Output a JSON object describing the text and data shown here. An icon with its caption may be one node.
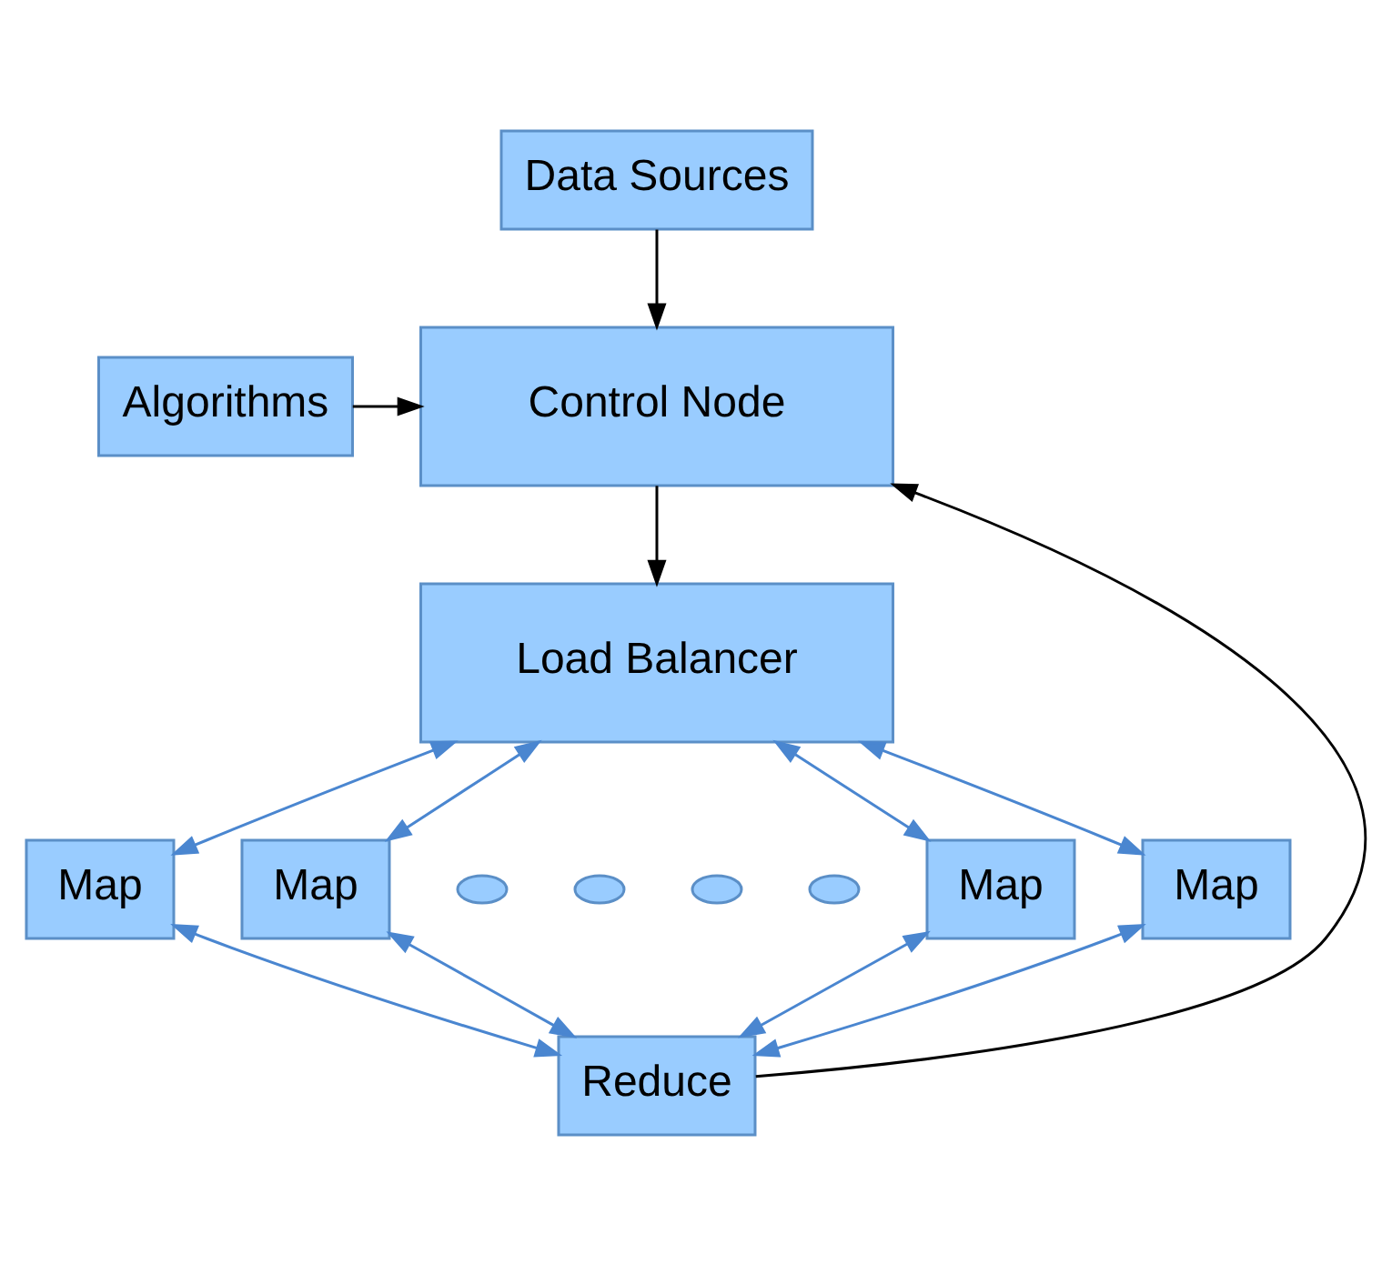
{
  "diagram": {
    "nodes": [
      {
        "text": [
          "Data Sources"
        ]
      },
      {
        "text": [
          "Control Node"
        ]
      },
      {
        "text": [
          "Algorithms"
        ]
      },
      {
        "text": [
          "Load Balancer"
        ]
      },
      {
        "text": [
          "Map"
        ]
      },
      {
        "text": [
          "Map"
        ]
      },
      {
        "text": [],
        "shape": "ellipse"
      },
      {
        "text": [],
        "shape": "ellipse"
      },
      {
        "text": [],
        "shape": "ellipse"
      },
      {
        "text": [],
        "shape": "ellipse"
      },
      {
        "text": [
          "Map"
        ]
      },
      {
        "text": [
          "Map"
        ]
      },
      {
        "text": [
          "Reduce"
        ]
      }
    ],
    "edges": [
      {
        "from": 0,
        "to": 1,
        "arrow": "to",
        "color": "#000000"
      },
      {
        "from": 2,
        "to": 1,
        "arrow": "to",
        "color": "#000000"
      },
      {
        "from": 1,
        "to": 3,
        "arrow": "to",
        "color": "#000000"
      },
      {
        "from": 3,
        "to": 4,
        "arrow": "both"
      },
      {
        "from": 3,
        "to": 5,
        "arrow": "both"
      },
      {
        "from": 3,
        "to": 10,
        "arrow": "both"
      },
      {
        "from": 3,
        "to": 11,
        "arrow": "both"
      },
      {
        "from": 4,
        "to": 12,
        "arrow": "both"
      },
      {
        "from": 5,
        "to": 12,
        "arrow": "both"
      },
      {
        "from": 10,
        "to": 12,
        "arrow": "both"
      },
      {
        "from": 11,
        "to": 12,
        "arrow": "both"
      },
      {
        "from": 12,
        "to": 1,
        "arrow": "to",
        "color": "#000000"
      }
    ]
  }
}
